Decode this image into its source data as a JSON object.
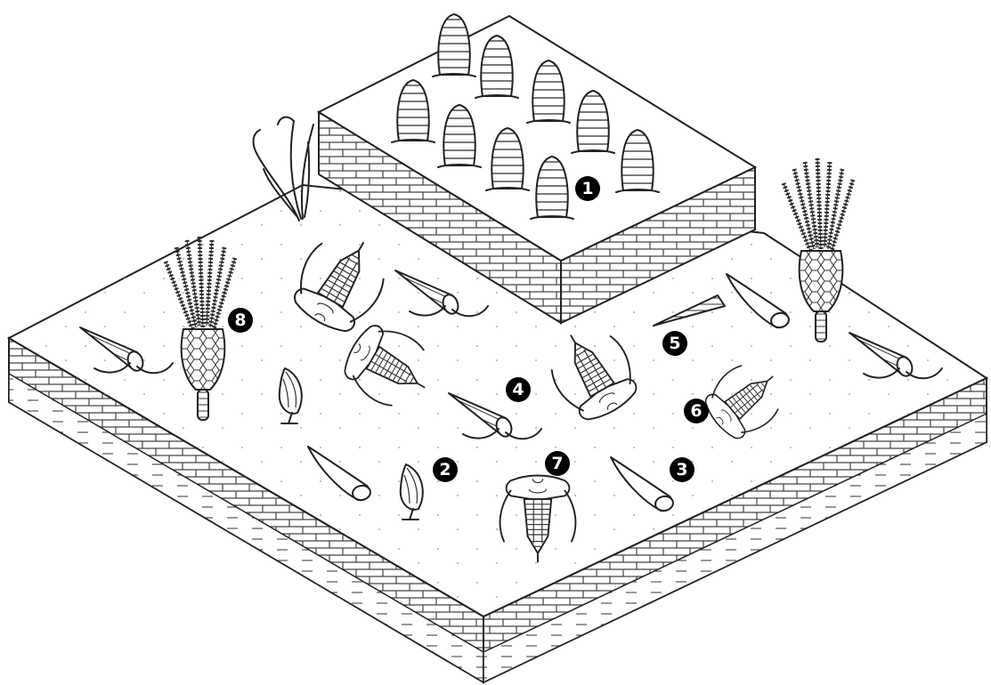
{
  "labels": [
    "1",
    "2",
    "3",
    "4",
    "5",
    "6",
    "7",
    "8"
  ],
  "icons": {
    "archaeocyath": "archaeocyath-icon",
    "brachiopod": "brachiopod-icon",
    "hyolith": "hyolith-icon",
    "tubular_shell": "tubular-shell-icon",
    "trilobite": "trilobite-icon",
    "eocrinoid": "eocrinoid-icon",
    "sponge": "sponge-icon"
  },
  "colors": {
    "ink": "#222222",
    "background": "#ffffff",
    "marker": "#000000"
  }
}
